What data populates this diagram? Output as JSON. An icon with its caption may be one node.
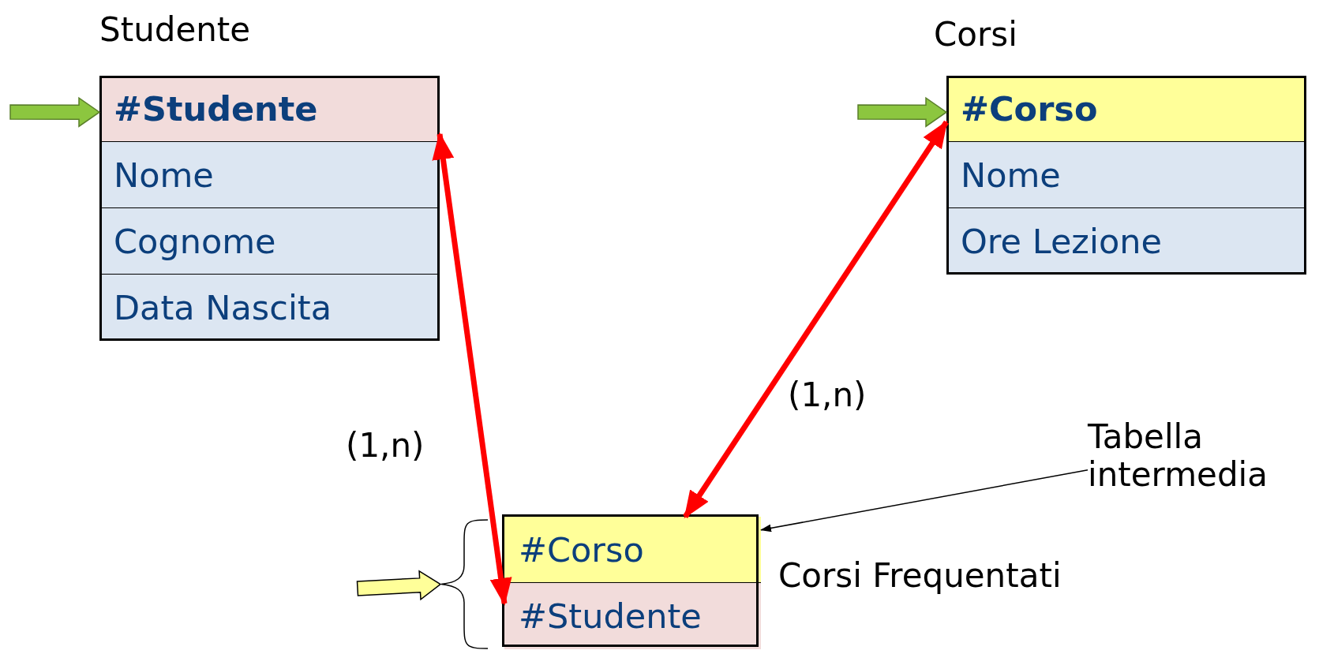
{
  "diagram": {
    "nodes": [
      {
        "text": [
          "Studente"
        ]
      },
      {
        "text": [
          "#Studente"
        ],
        "in": 0
      },
      {
        "text": [
          "Nome"
        ],
        "in": 0
      },
      {
        "text": [
          "Cognome"
        ],
        "in": 0
      },
      {
        "text": [
          "Data Nascita"
        ],
        "in": 0
      },
      {
        "text": [
          "Corsi"
        ]
      },
      {
        "text": [
          "#Corso"
        ],
        "in": 5
      },
      {
        "text": [
          "Nome"
        ],
        "in": 5
      },
      {
        "text": [
          "Ore Lezione"
        ],
        "in": 5
      },
      {
        "text": [],
        "shape": "box",
        "beside": [
          "Corsi Frequentati"
        ]
      },
      {
        "text": [
          "#Corso"
        ],
        "in": 9
      },
      {
        "text": [
          "#Studente"
        ],
        "in": 9
      },
      {
        "text": [
          "Tabella intermedia"
        ]
      },
      {
        "text": [],
        "shape": "brace"
      }
    ],
    "edges": [
      {
        "from": 1,
        "to": 11,
        "arrow": "both",
        "label": "(1,n)"
      },
      {
        "from": 6,
        "to": 10,
        "arrow": "both",
        "label": "(1,n)"
      },
      {
        "from": 12,
        "to": 9,
        "arrow": "to",
        "color": "#000000"
      },
      {
        "from": null,
        "to": 1,
        "arrow": "to",
        "color": "#8cc63f"
      },
      {
        "from": null,
        "to": 6,
        "arrow": "to",
        "color": "#8cc63f"
      },
      {
        "from": null,
        "to": 13,
        "arrow": "to",
        "color": "#ffff99"
      }
    ]
  }
}
